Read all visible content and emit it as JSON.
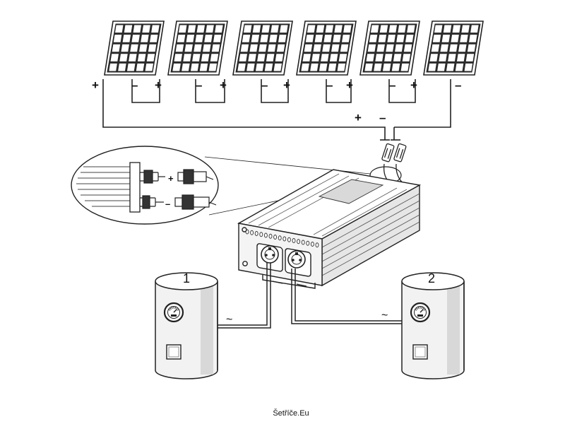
{
  "panels": {
    "count": 6,
    "plus": "+",
    "minus": "–"
  },
  "string_output": {
    "plus": "+",
    "minus": "–"
  },
  "inset": {
    "plus": "+",
    "minus": "–"
  },
  "heaters": [
    {
      "label": "1",
      "wire": "~"
    },
    {
      "label": "2",
      "wire": "~"
    }
  ],
  "footer": {
    "credit": "Šetříče.Eu"
  },
  "colors": {
    "line": "#222222",
    "panel_fill": "#2b2b2b",
    "cell": "#ffffff"
  }
}
